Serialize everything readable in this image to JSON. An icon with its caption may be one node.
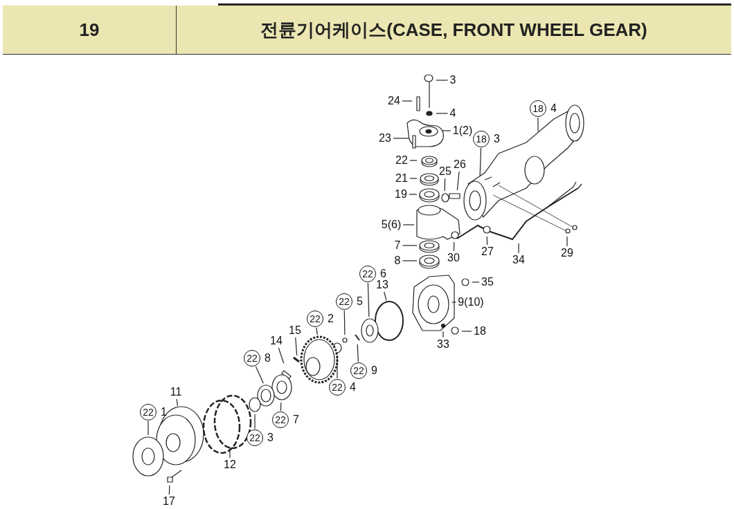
{
  "diagram": {
    "title": "전륜기어케이스(CASE, FRONT WHEEL GEAR)",
    "labels": [
      "19"
    ],
    "nodes": [
      {
        "text": [
          "3"
        ]
      },
      {
        "text": [
          "24"
        ]
      },
      {
        "text": [
          "18"
        ],
        "beside": [
          "4"
        ]
      },
      {
        "text": [
          "4"
        ]
      },
      {
        "text": [
          "1(2)"
        ]
      },
      {
        "text": [
          "18"
        ],
        "beside": [
          "3"
        ]
      },
      {
        "text": [
          "23"
        ]
      },
      {
        "text": [
          "22"
        ]
      },
      {
        "text": [
          "26"
        ]
      },
      {
        "text": [
          "21"
        ]
      },
      {
        "text": [
          "25"
        ]
      },
      {
        "text": [
          "19"
        ]
      },
      {
        "text": [
          "5(6)"
        ]
      },
      {
        "text": [
          "29"
        ]
      },
      {
        "text": [
          "27"
        ]
      },
      {
        "text": [
          "7"
        ]
      },
      {
        "text": [
          "30"
        ]
      },
      {
        "text": [
          "34"
        ]
      },
      {
        "text": [
          "8"
        ]
      },
      {
        "text": [
          "22"
        ],
        "beside": [
          "6"
        ]
      },
      {
        "text": [
          "35"
        ]
      },
      {
        "text": [
          "13"
        ]
      },
      {
        "text": [
          "22"
        ],
        "beside": [
          "5"
        ]
      },
      {
        "text": [
          "9(10)"
        ]
      },
      {
        "text": [
          "22"
        ],
        "beside": [
          "2"
        ]
      },
      {
        "text": [
          "18"
        ]
      },
      {
        "text": [
          "33"
        ]
      },
      {
        "text": [
          "15"
        ]
      },
      {
        "text": [
          "14"
        ]
      },
      {
        "text": [
          "22"
        ],
        "beside": [
          "8"
        ]
      },
      {
        "text": [
          "22"
        ],
        "beside": [
          "9"
        ]
      },
      {
        "text": [
          "22"
        ],
        "beside": [
          "4"
        ]
      },
      {
        "text": [
          "11"
        ]
      },
      {
        "text": [
          "22"
        ],
        "beside": [
          "1"
        ]
      },
      {
        "text": [
          "22"
        ],
        "beside": [
          "7"
        ]
      },
      {
        "text": [
          "22"
        ],
        "beside": [
          "3"
        ]
      },
      {
        "text": [
          "12"
        ]
      },
      {
        "text": [
          "17"
        ]
      }
    ],
    "edges": [
      {
        "from": 0,
        "to": null,
        "arrow": "none"
      },
      {
        "from": 1,
        "to": null,
        "arrow": "none"
      },
      {
        "from": 2,
        "to": null,
        "arrow": "none"
      },
      {
        "from": 3,
        "to": null,
        "arrow": "none"
      },
      {
        "from": 4,
        "to": null,
        "arrow": "none"
      },
      {
        "from": 5,
        "to": null,
        "arrow": "none"
      },
      {
        "from": 6,
        "to": null,
        "arrow": "none"
      },
      {
        "from": 7,
        "to": null,
        "arrow": "none"
      },
      {
        "from": 8,
        "to": null,
        "arrow": "none"
      },
      {
        "from": 9,
        "to": null,
        "arrow": "none"
      },
      {
        "from": 10,
        "to": null,
        "arrow": "none"
      },
      {
        "from": 11,
        "to": null,
        "arrow": "none"
      },
      {
        "from": 12,
        "to": null,
        "arrow": "none"
      },
      {
        "from": 13,
        "to": null,
        "arrow": "none"
      },
      {
        "from": 14,
        "to": null,
        "arrow": "none"
      },
      {
        "from": 15,
        "to": null,
        "arrow": "none"
      },
      {
        "from": 16,
        "to": null,
        "arrow": "none"
      },
      {
        "from": 17,
        "to": null,
        "arrow": "none"
      },
      {
        "from": 18,
        "to": null,
        "arrow": "none"
      },
      {
        "from": 19,
        "to": null,
        "arrow": "none"
      },
      {
        "from": 20,
        "to": null,
        "arrow": "none"
      },
      {
        "from": 21,
        "to": null,
        "arrow": "none"
      },
      {
        "from": 22,
        "to": null,
        "arrow": "none"
      },
      {
        "from": 23,
        "to": null,
        "arrow": "none"
      },
      {
        "from": 24,
        "to": null,
        "arrow": "none"
      },
      {
        "from": 25,
        "to": null,
        "arrow": "none"
      },
      {
        "from": 26,
        "to": null,
        "arrow": "none"
      },
      {
        "from": 27,
        "to": null,
        "arrow": "none"
      },
      {
        "from": 28,
        "to": null,
        "arrow": "none"
      },
      {
        "from": 29,
        "to": null,
        "arrow": "none"
      },
      {
        "from": 30,
        "to": null,
        "arrow": "none"
      },
      {
        "from": 31,
        "to": null,
        "arrow": "none"
      },
      {
        "from": 32,
        "to": null,
        "arrow": "none"
      },
      {
        "from": 33,
        "to": null,
        "arrow": "none"
      },
      {
        "from": 34,
        "to": null,
        "arrow": "none"
      },
      {
        "from": 35,
        "to": null,
        "arrow": "none"
      },
      {
        "from": 36,
        "to": null,
        "arrow": "none"
      },
      {
        "from": 37,
        "to": null,
        "arrow": "none"
      }
    ]
  }
}
